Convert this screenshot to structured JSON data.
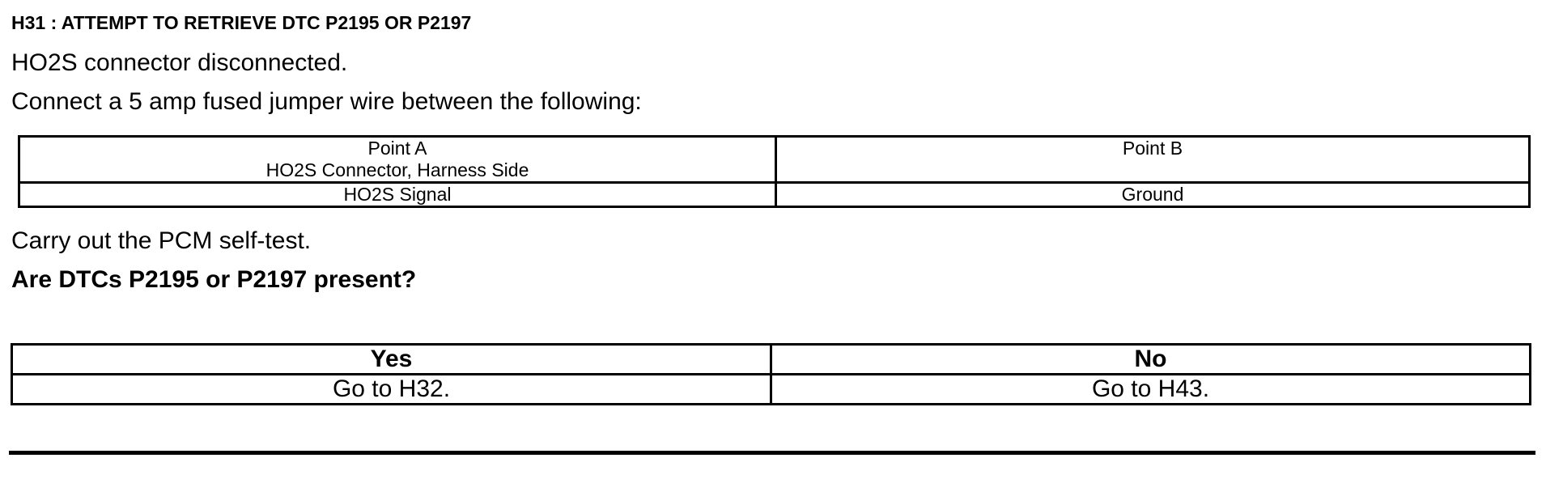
{
  "step": {
    "heading": "H31 : ATTEMPT TO RETRIEVE DTC P2195 OR P2197",
    "line1": "HO2S connector disconnected.",
    "line2": "Connect a 5 amp fused jumper wire between the following:",
    "line3": "Carry out the PCM self-test.",
    "question": "Are DTCs P2195 or P2197 present?"
  },
  "connection_table": {
    "headers": [
      {
        "title": "Point A",
        "subtitle": "HO2S Connector, Harness Side"
      },
      {
        "title": "Point B",
        "subtitle": ""
      }
    ],
    "rows": [
      [
        "HO2S Signal",
        "Ground"
      ]
    ]
  },
  "answer_table": {
    "headers": [
      "Yes",
      "No"
    ],
    "rows": [
      [
        "Go to H32.",
        "Go to H43."
      ]
    ]
  }
}
